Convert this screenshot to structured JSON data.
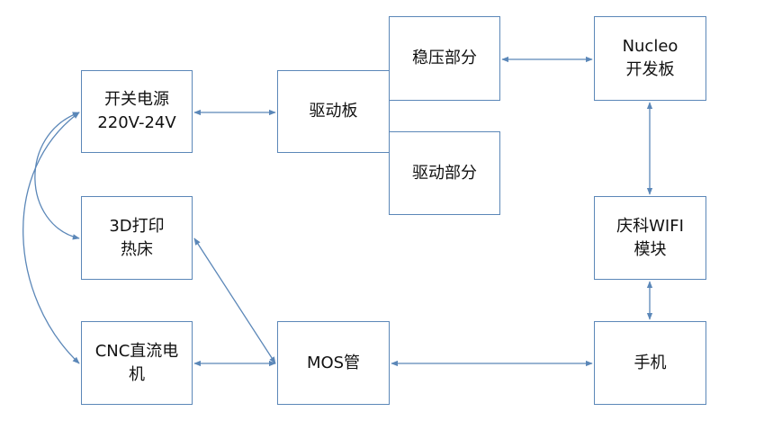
{
  "nodes": {
    "power": {
      "lines": [
        "开关电源",
        "220V-24V"
      ]
    },
    "driver": {
      "lines": [
        "驱动板"
      ]
    },
    "reg": {
      "lines": [
        "稳压部分"
      ]
    },
    "drvpart": {
      "lines": [
        "驱动部分"
      ]
    },
    "nucleo": {
      "lines": [
        "Nucleo",
        "开发板"
      ]
    },
    "bed": {
      "lines": [
        "3D打印",
        "热床"
      ]
    },
    "wifi": {
      "lines": [
        "庆科WIFI",
        "模块"
      ]
    },
    "cnc": {
      "lines": [
        "CNC直流电",
        "机"
      ]
    },
    "mos": {
      "lines": [
        "MOS管"
      ]
    },
    "phone": {
      "lines": [
        "手机"
      ]
    }
  },
  "connections": [
    {
      "from": "开关电源",
      "to": "驱动板",
      "style": "bidirectional"
    },
    {
      "from": "稳压部分",
      "to": "Nucleo开发板",
      "style": "bidirectional"
    },
    {
      "from": "Nucleo开发板",
      "to": "庆科WIFI模块",
      "style": "bidirectional"
    },
    {
      "from": "庆科WIFI模块",
      "to": "手机",
      "style": "bidirectional"
    },
    {
      "from": "CNC直流电机",
      "to": "MOS管",
      "style": "bidirectional"
    },
    {
      "from": "MOS管",
      "to": "手机",
      "style": "bidirectional"
    },
    {
      "from": "3D打印热床",
      "to": "MOS管",
      "style": "bidirectional"
    },
    {
      "from": "开关电源",
      "to": "3D打印热床",
      "style": "bidirectional-curve"
    },
    {
      "from": "开关电源",
      "to": "CNC直流电机",
      "style": "bidirectional-curve"
    }
  ],
  "colors": {
    "stroke": "#5b87b8",
    "text": "#111111",
    "background": "#ffffff"
  }
}
